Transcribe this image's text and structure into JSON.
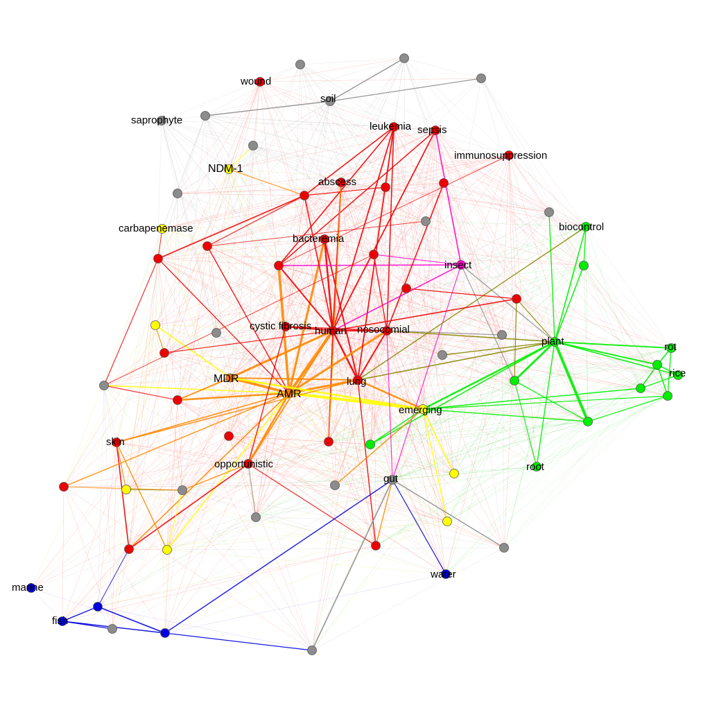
{
  "colors": {
    "red": "#ee0000",
    "gray": "#8c8c8c",
    "yellow": "#ffff00",
    "green": "#00ee00",
    "blue": "#0000dd",
    "magenta": "#ff00cc",
    "orange": "#ff8800",
    "olive": "#888800",
    "slate": "#9090a0"
  },
  "labels": {
    "wound": "wound",
    "soil": "soil",
    "saprophyte": "saprophyte",
    "leukemia": "leukemia",
    "sepsis": "sepsis",
    "immunosuppression": "immunosuppression",
    "ndm1": "NDM-1",
    "abscess": "abscess",
    "carbapenemase": "carbapenemase",
    "biocontrol": "biocontrol",
    "bacteremia": "bacteremia",
    "insect": "insect",
    "cystic_fibrosis": "cystic fibrosis",
    "human": "human",
    "nosocomial": "nosocomial",
    "plant": "plant",
    "rot": "rot",
    "rice": "rice",
    "mdr": "MDR",
    "lung": "lung",
    "amr": "AMR",
    "emerging": "emerging",
    "skin": "skin",
    "opportunistic": "opportunistic",
    "gut": "gut",
    "root": "root",
    "water": "water",
    "marine": "marine",
    "fish": "fish"
  }
}
